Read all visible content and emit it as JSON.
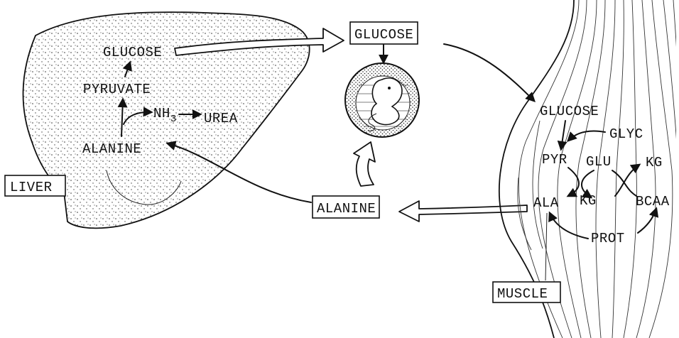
{
  "organs": {
    "liver": "LIVER",
    "muscle": "MUSCLE"
  },
  "liver_labels": {
    "glucose": "GLUCOSE",
    "pyruvate": "PYRUVATE",
    "nh3_base": "NH",
    "nh3_sub": "3",
    "urea": "UREA",
    "alanine": "ALANINE"
  },
  "transport_labels": {
    "glucose": "GLUCOSE",
    "alanine": "ALANINE"
  },
  "muscle_labels": {
    "glucose": "GLUCOSE",
    "glyc": "GLYC",
    "pyr": "PYR",
    "glu": "GLU",
    "kg_top": "KG",
    "ala": "ALA",
    "kg_mid": "KG",
    "bcaa": "BCAA",
    "prot": "PROT"
  }
}
